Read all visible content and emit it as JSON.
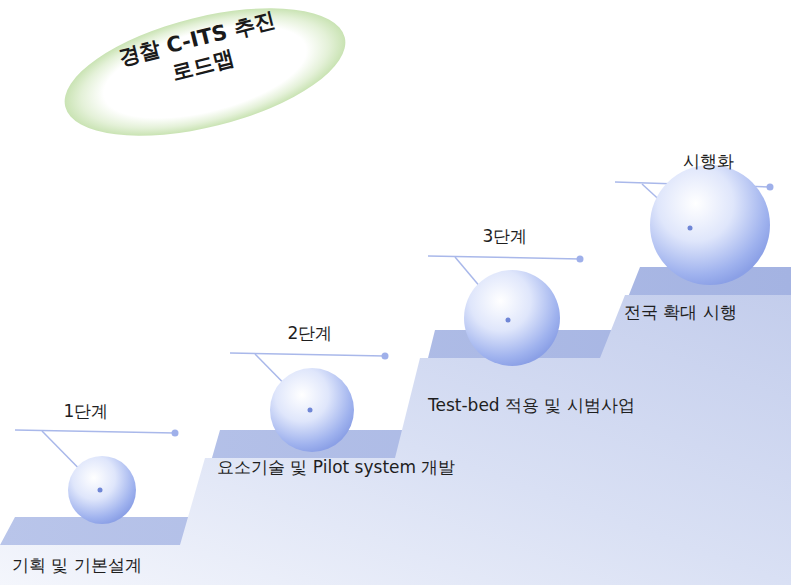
{
  "diagram": {
    "nodes": [
      {
        "text": [
          "경찰 C-ITS 추진 로드맵"
        ]
      },
      {
        "text": [
          "기획 및 기본설계"
        ]
      },
      {
        "text": [
          "요소기술 및 Pilot system 개발"
        ]
      },
      {
        "text": [
          "Test-bed 적용 및 시범사업"
        ]
      },
      {
        "text": [
          "전국 확대 시행"
        ]
      }
    ],
    "labels": [
      "1단계",
      "2단계",
      "3단계",
      "시행화"
    ]
  }
}
